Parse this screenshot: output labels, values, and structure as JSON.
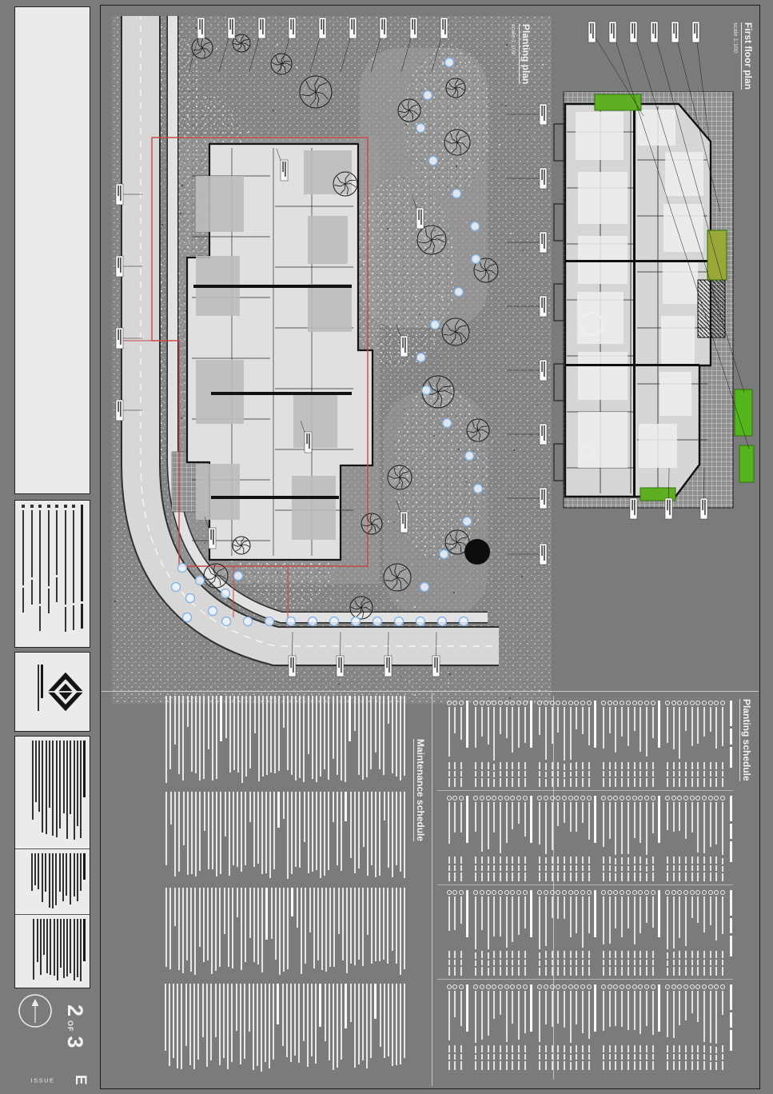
{
  "titles": {
    "first_floor": {
      "title": "First floor plan",
      "subtitle": "scale 1:100"
    },
    "planting_plan": {
      "title": "Planting plan",
      "subtitle": "scale 1:100"
    }
  },
  "schedules": {
    "planting": {
      "title": "Planting schedule"
    },
    "maintenance": {
      "title": "Maintenance schedule"
    }
  },
  "title_block": {
    "sheet_no": {
      "num": "2",
      "of": "OF",
      "total": "3"
    },
    "issue": {
      "label": "ISSUE",
      "value": "E"
    }
  }
}
